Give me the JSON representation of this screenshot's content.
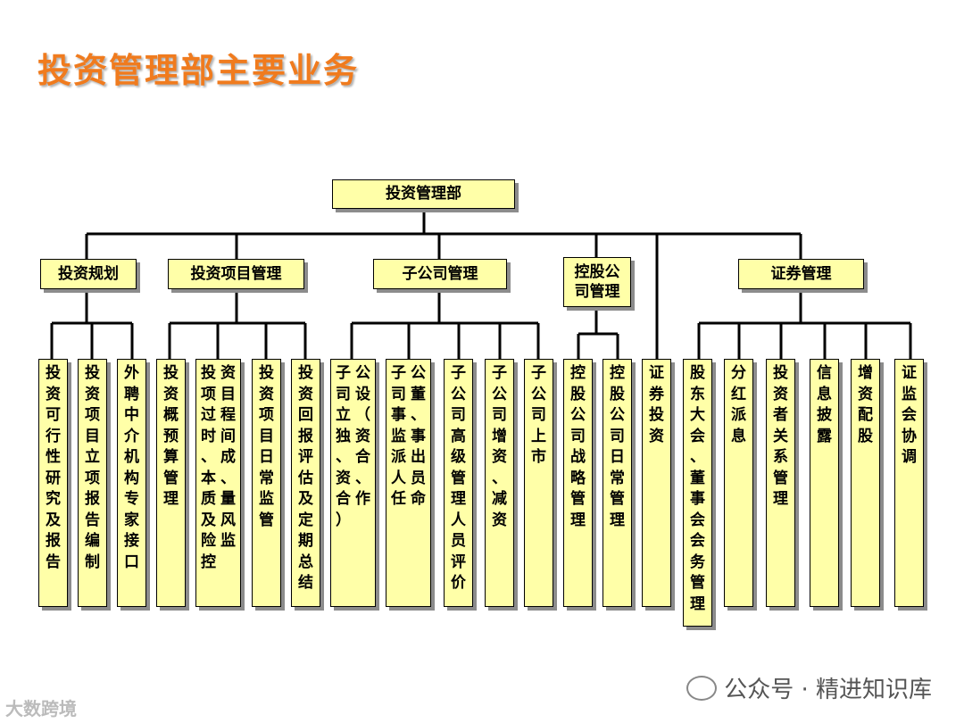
{
  "title": "投资管理部主要业务",
  "root": "投资管理部",
  "groups": {
    "planning": "投资规划",
    "project": "投资项目管理",
    "subsidiary": "子公司管理",
    "holding": "控股公司管理",
    "securities": "证券管理"
  },
  "leaves": {
    "planning": [
      "投资可行性研究及报告",
      "投资项目立项报告编制",
      "外聘中介机构专家接口"
    ],
    "project": [
      "投资概预算管理",
      "投资项目过程时间、成本、质量及风险监控",
      "投资项目日常监管",
      "投资回报评估及定期总结"
    ],
    "subsidiary": [
      "子公司设立（独资、合资、合作）",
      "子公司董事、监事派出人员任命",
      "子公司高级管理人员评价",
      "子公司增资、减资",
      "子公司上市"
    ],
    "holding": [
      "控股公司战略管理",
      "控股公司日常管理"
    ],
    "direct": "证券投资",
    "securities": [
      "股东大会、董事会会务管理",
      "分红派息",
      "投资者关系管理",
      "信息披露",
      "增资配股",
      "证监会协调"
    ]
  },
  "footer": {
    "wechat": "公众号 · 精进知识库",
    "logo": "大数跨境"
  }
}
